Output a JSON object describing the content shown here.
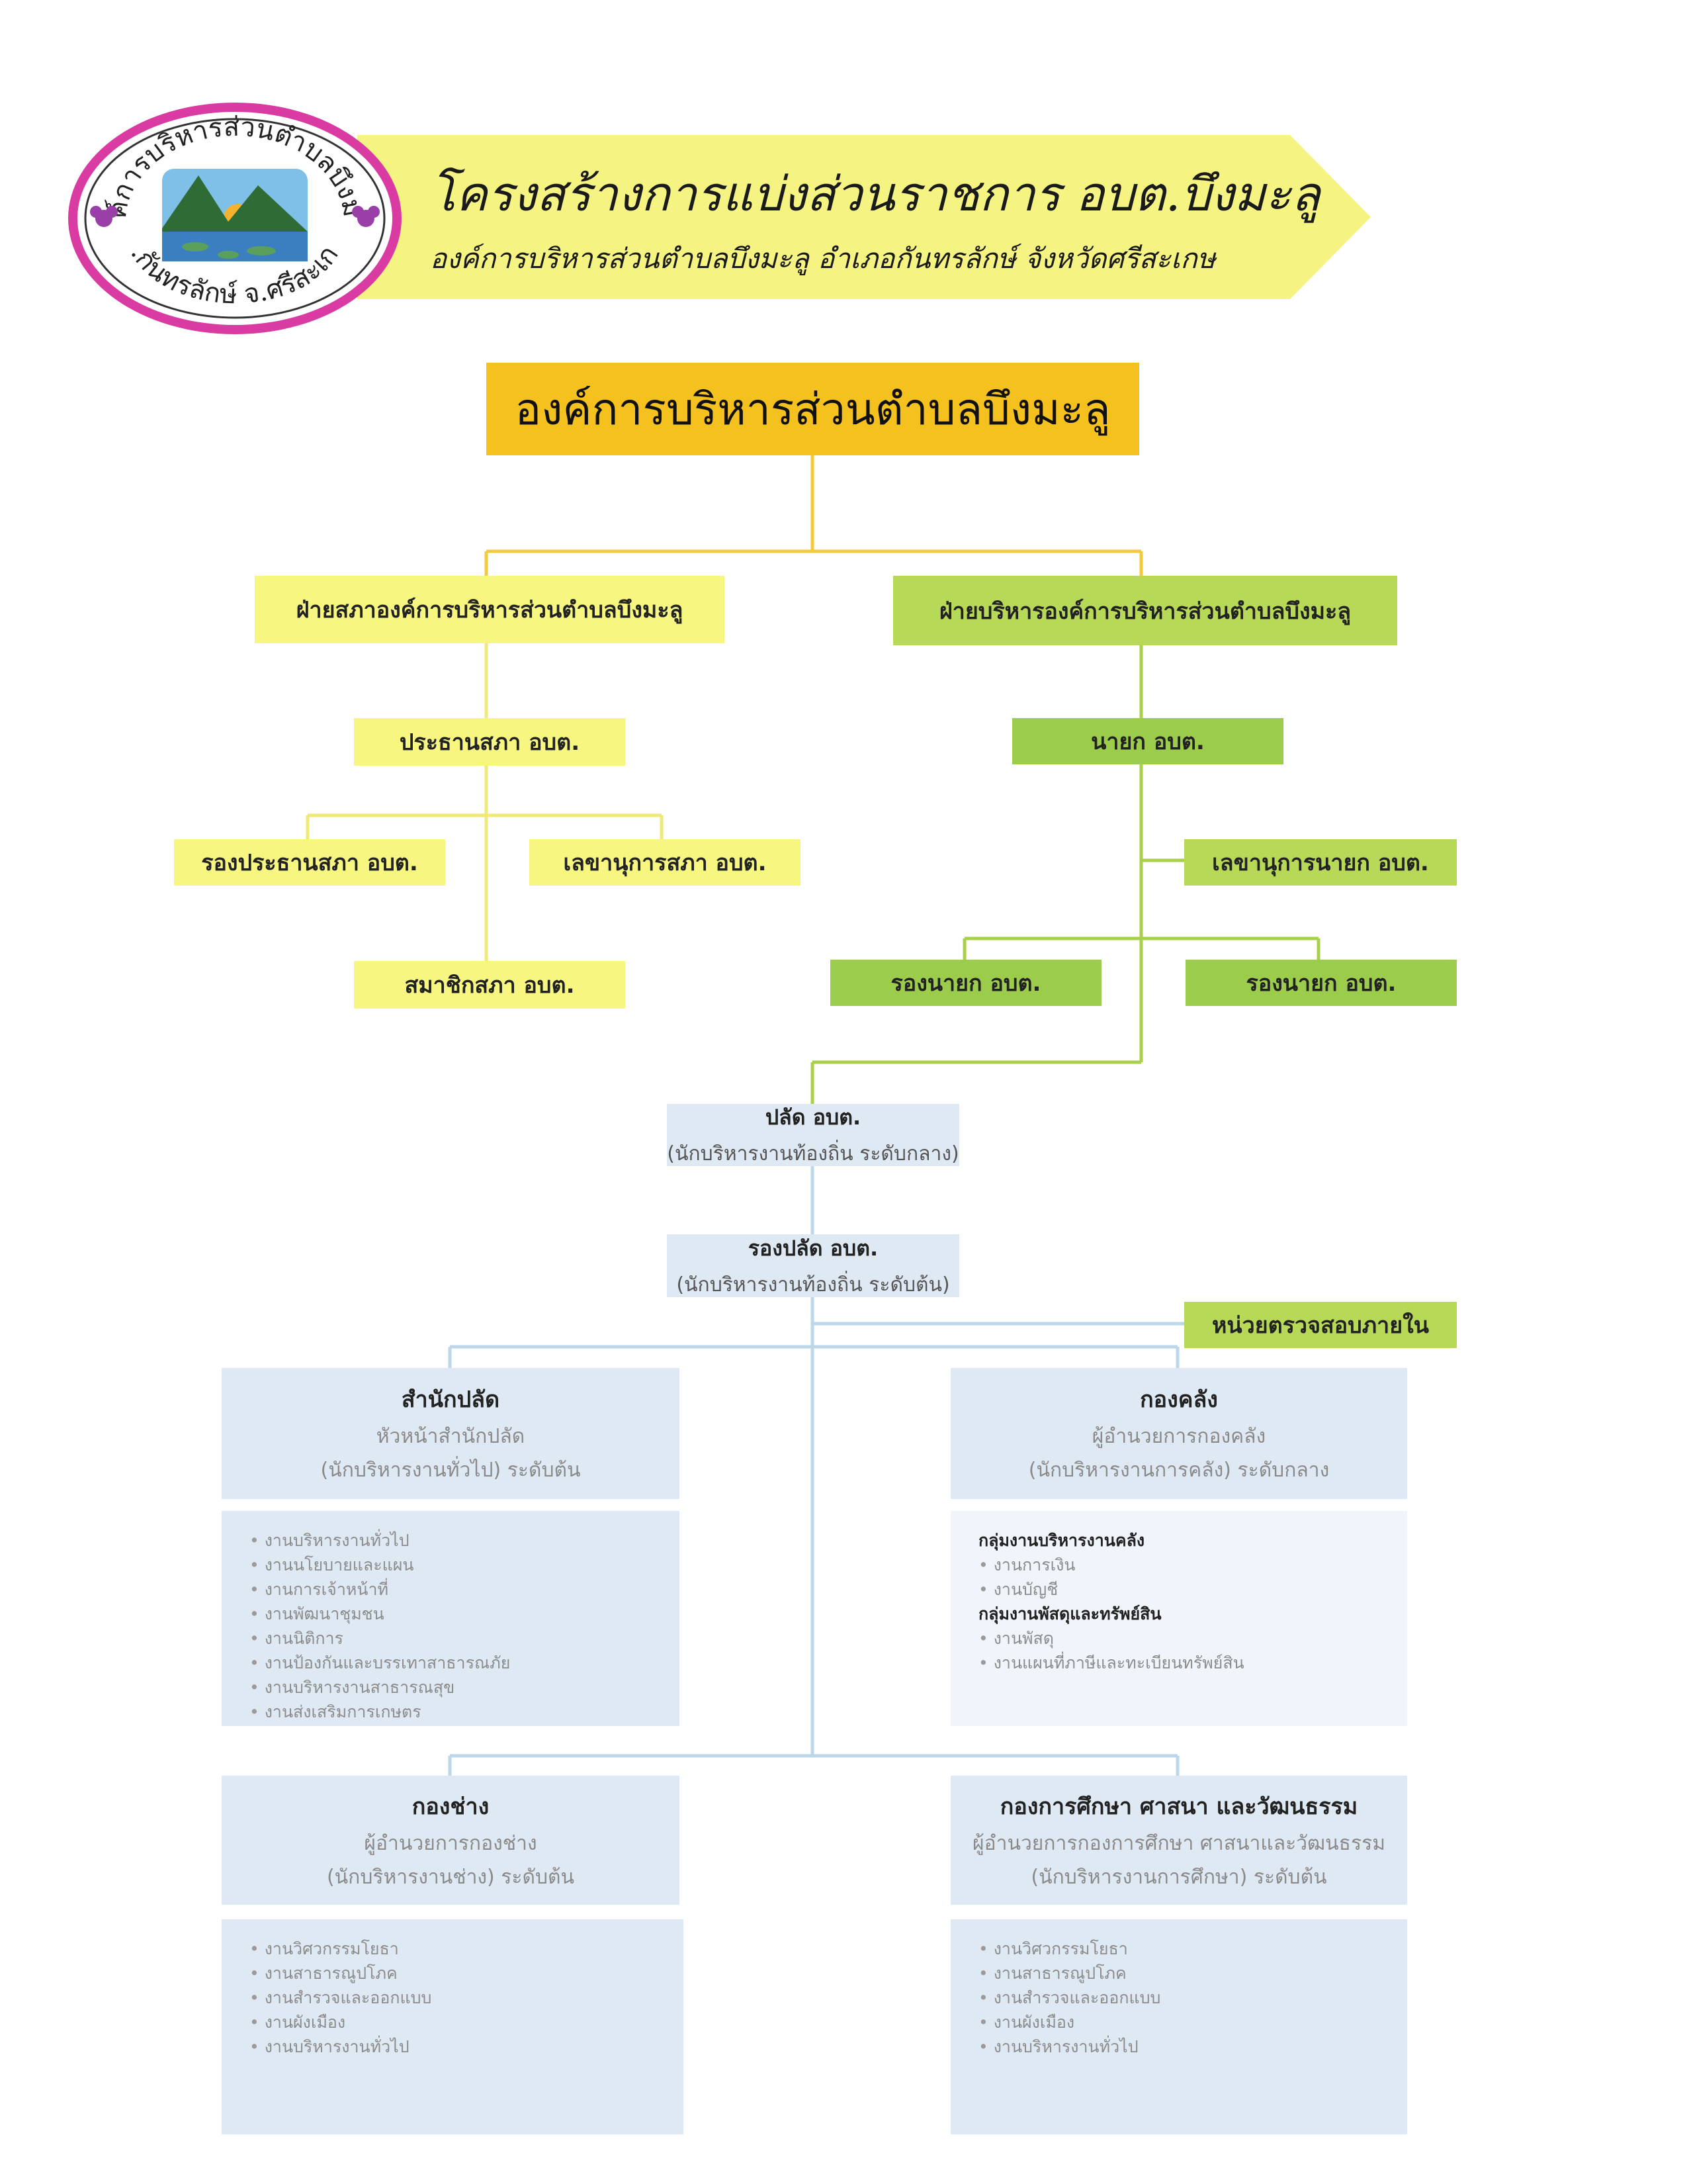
{
  "header": {
    "title": "โครงสร้างการแบ่งส่วนราชการ อบต.บึงมะลู",
    "subtitle": "องค์การบริหารส่วนตำบลบึงมะลู อำเภอกันทรลักษ์ จังหวัดศรีสะเกษ",
    "logo_top_text": "องค์การบริหารส่วนตำบลบึงมะลู",
    "logo_bottom_text": "อ.กันทรลักษ์ จ.ศรีสะเกษ"
  },
  "colors": {
    "banner": "#f5f382",
    "root": "#f4c11e",
    "council": "#f6f680",
    "executive": "#b7d957",
    "staff": "#dfe9f4",
    "logo_ring": "#d93ba2"
  },
  "root": {
    "label": "องค์การบริหารส่วนตำบลบึงมะลู"
  },
  "council": {
    "label": "ฝ่ายสภาองค์การบริหารส่วนตำบลบึงมะลู",
    "chair": "ประธานสภา อบต.",
    "vice_chair": "รองประธานสภา อบต.",
    "secretary": "เลขานุการสภา อบต.",
    "members": "สมาชิกสภา อบต."
  },
  "executive": {
    "label": "ฝ่ายบริหารองค์การบริหารส่วนตำบลบึงมะลู",
    "mayor": "นายก อบต.",
    "secretary": "เลขานุการนายก อบต.",
    "deputy_1": "รองนายก อบต.",
    "deputy_2": "รองนายก อบต."
  },
  "clerk": {
    "title": "ปลัด อบต.",
    "level": "(นักบริหารงานท้องถิ่น ระดับกลาง)"
  },
  "deputy_clerk": {
    "title": "รองปลัด อบต.",
    "level": "(นักบริหารงานท้องถิ่น ระดับต้น)"
  },
  "audit": {
    "label": "หน่วยตรวจสอบภายใน"
  },
  "departments": [
    {
      "name": "สำนักปลัด",
      "head": "หัวหน้าสำนักปลัด",
      "rank": "(นักบริหารงานทั่วไป) ระดับต้น",
      "items": [
        "งานบริหารงานทั่วไป",
        "งานนโยบายและแผน",
        "งานการเจ้าหน้าที่",
        "งานพัฒนาชุมชน",
        "งานนิติการ",
        "งานป้องกันและบรรเทาสาธารณภัย",
        "งานบริหารงานสาธารณสุข",
        "งานส่งเสริมการเกษตร"
      ]
    },
    {
      "name": "กองคลัง",
      "head": "ผู้อำนวยการกองคลัง",
      "rank": "(นักบริหารงานการคลัง) ระดับกลาง",
      "groups": [
        {
          "name": "กลุ่มงานบริหารงานคลัง",
          "items": [
            "งานการเงิน",
            "งานบัญชี"
          ]
        },
        {
          "name": "กลุ่มงานพัสดุและทรัพย์สิน",
          "items": [
            "งานพัสดุ",
            "งานแผนที่ภาษีและทะเบียนทรัพย์สิน"
          ]
        }
      ]
    },
    {
      "name": "กองช่าง",
      "head": "ผู้อำนวยการกองช่าง",
      "rank": "(นักบริหารงานช่าง) ระดับต้น",
      "items": [
        "งานวิศวกรรมโยธา",
        "งานสาธารณูปโภค",
        "งานสำรวจและออกแบบ",
        "งานผังเมือง",
        "งานบริหารงานทั่วไป"
      ]
    },
    {
      "name": "กองการศึกษา ศาสนา และวัฒนธรรม",
      "head": "ผู้อำนวยการกองการศึกษา ศาสนาและวัฒนธรรม",
      "rank": "(นักบริหารงานการศึกษา) ระดับต้น",
      "items": [
        "งานวิศวกรรมโยธา",
        "งานสาธารณูปโภค",
        "งานสำรวจและออกแบบ",
        "งานผังเมือง",
        "งานบริหารงานทั่วไป"
      ]
    }
  ]
}
